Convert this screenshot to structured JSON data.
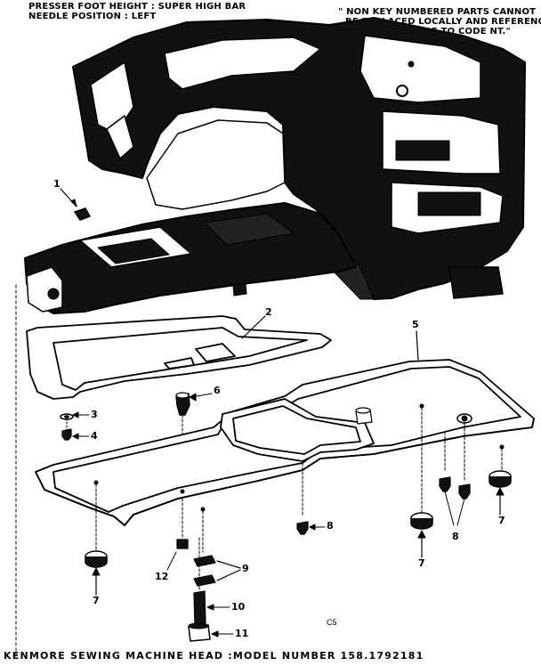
{
  "header": {
    "presser_foot": "PRESSER FOOT HEIGHT : SUPER HIGH BAR",
    "needle_position": "NEEDLE POSITION : LEFT",
    "note_line1": "\" NON KEY NUMBERED PARTS CANNOT",
    "note_line2": "BE REPLACED LOCALLY AND REFERENCE",
    "note_line3": "SHOULD BE MADE TO CODE NT.\""
  },
  "callouts": {
    "c1": "1",
    "c2": "2",
    "c3": "3",
    "c4": "4",
    "c5": "5",
    "c6": "6",
    "c7a": "7",
    "c7b": "7",
    "c7c": "7",
    "c8a": "8",
    "c8b": "8",
    "c9": "9",
    "c10": "10",
    "c11": "11",
    "c12": "12"
  },
  "page_code": "C5",
  "footer": "KENMORE SEWING MACHINE HEAD :MODEL NUMBER 158.1792181",
  "colors": {
    "ink": "#000000",
    "paper": "#ffffff"
  }
}
